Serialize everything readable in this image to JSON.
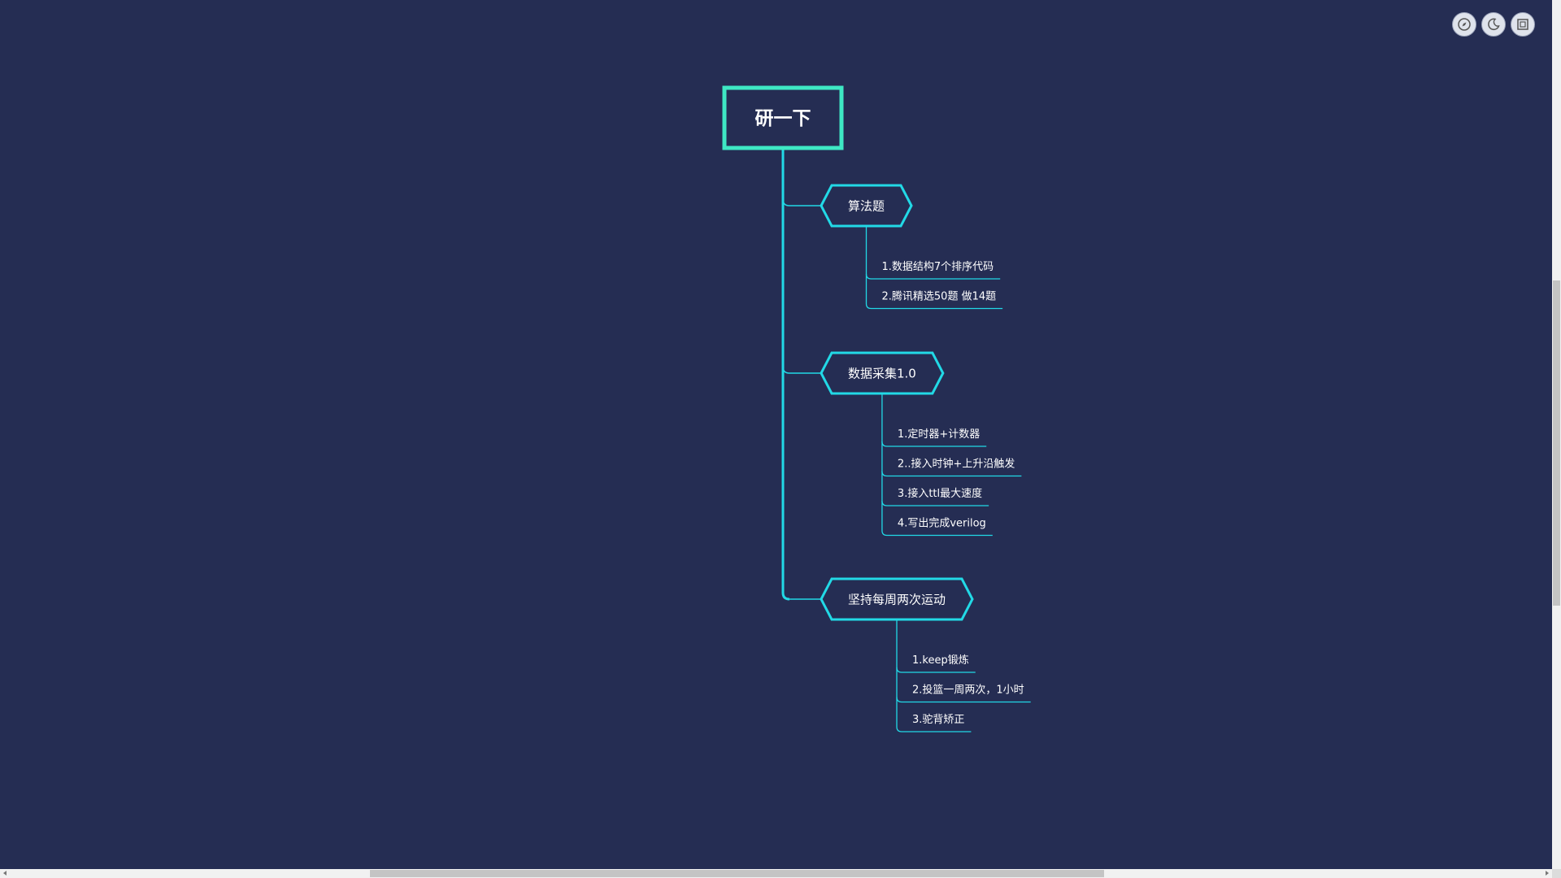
{
  "mindmap": {
    "root": {
      "label": "研一下"
    },
    "branches": [
      {
        "label": "算法题",
        "items": [
          "1.数据结构7个排序代码",
          "2.腾讯精选50题   做14题"
        ]
      },
      {
        "label": "数据采集1.0",
        "items": [
          "1.定时器+计数器",
          "2..接入时钟+上升沿触发",
          "3.接入ttl最大速度",
          "4.写出完成verilog"
        ]
      },
      {
        "label": "坚持每周两次运动",
        "items": [
          "1.keep锻炼",
          "2.投篮一周两次，1小时",
          "3.驼背矫正"
        ]
      }
    ]
  },
  "controls": {
    "buttons": [
      {
        "name": "compass-button",
        "icon": "compass-icon"
      },
      {
        "name": "dark-mode-button",
        "icon": "moon-icon"
      },
      {
        "name": "fullscreen-button",
        "icon": "fullscreen-icon"
      }
    ]
  },
  "colors": {
    "background": "#252d53",
    "root_border": "#3ee8c4",
    "branch_border": "#22d9e6",
    "line": "#22d9e6",
    "text": "#ffffff"
  }
}
